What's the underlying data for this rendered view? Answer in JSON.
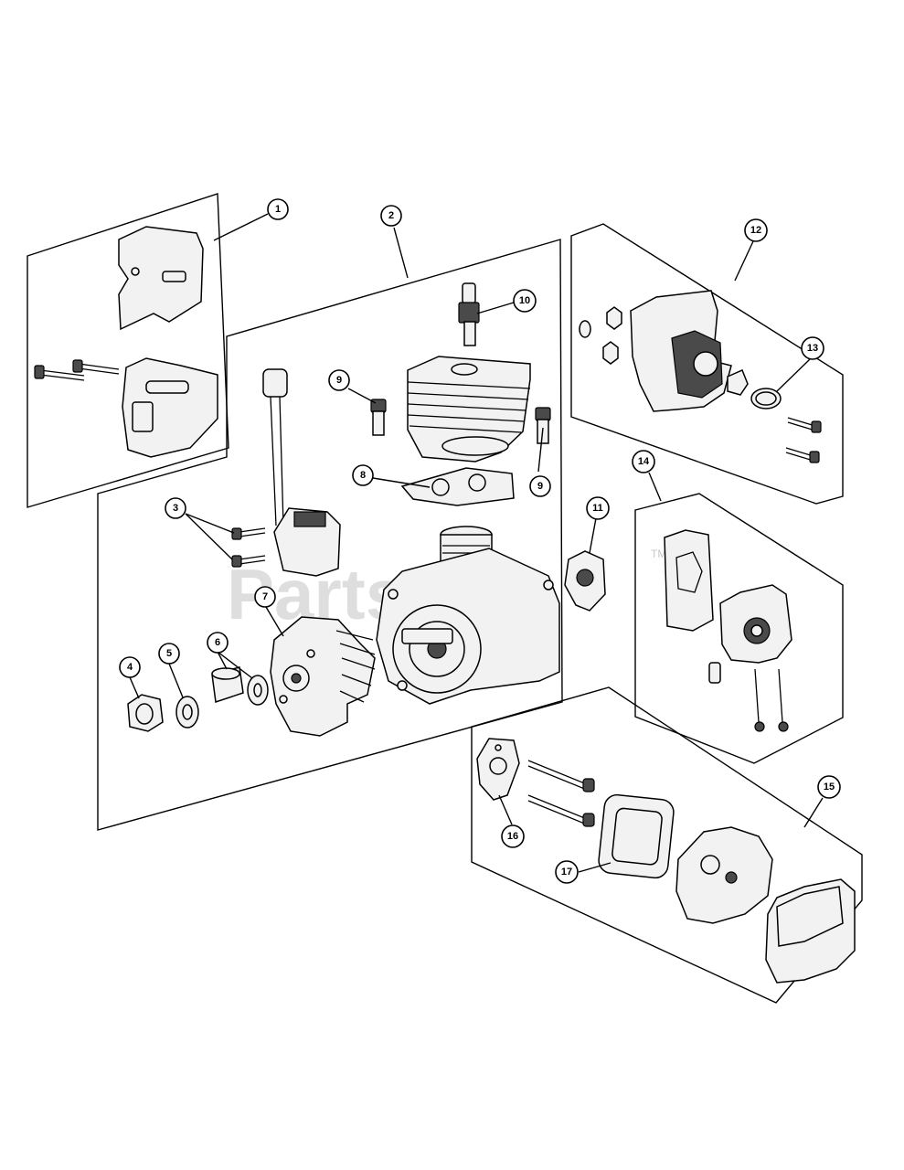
{
  "diagram": {
    "watermark": {
      "text": "PartsTree",
      "tm": "TM"
    },
    "callouts": [
      {
        "label": "1"
      },
      {
        "label": "2"
      },
      {
        "label": "3"
      },
      {
        "label": "4"
      },
      {
        "label": "5"
      },
      {
        "label": "6"
      },
      {
        "label": "7"
      },
      {
        "label": "8"
      },
      {
        "label": "9"
      },
      {
        "label": "9"
      },
      {
        "label": "10"
      },
      {
        "label": "11"
      },
      {
        "label": "12"
      },
      {
        "label": "13"
      },
      {
        "label": "14"
      },
      {
        "label": "15"
      },
      {
        "label": "16"
      },
      {
        "label": "17"
      }
    ]
  }
}
